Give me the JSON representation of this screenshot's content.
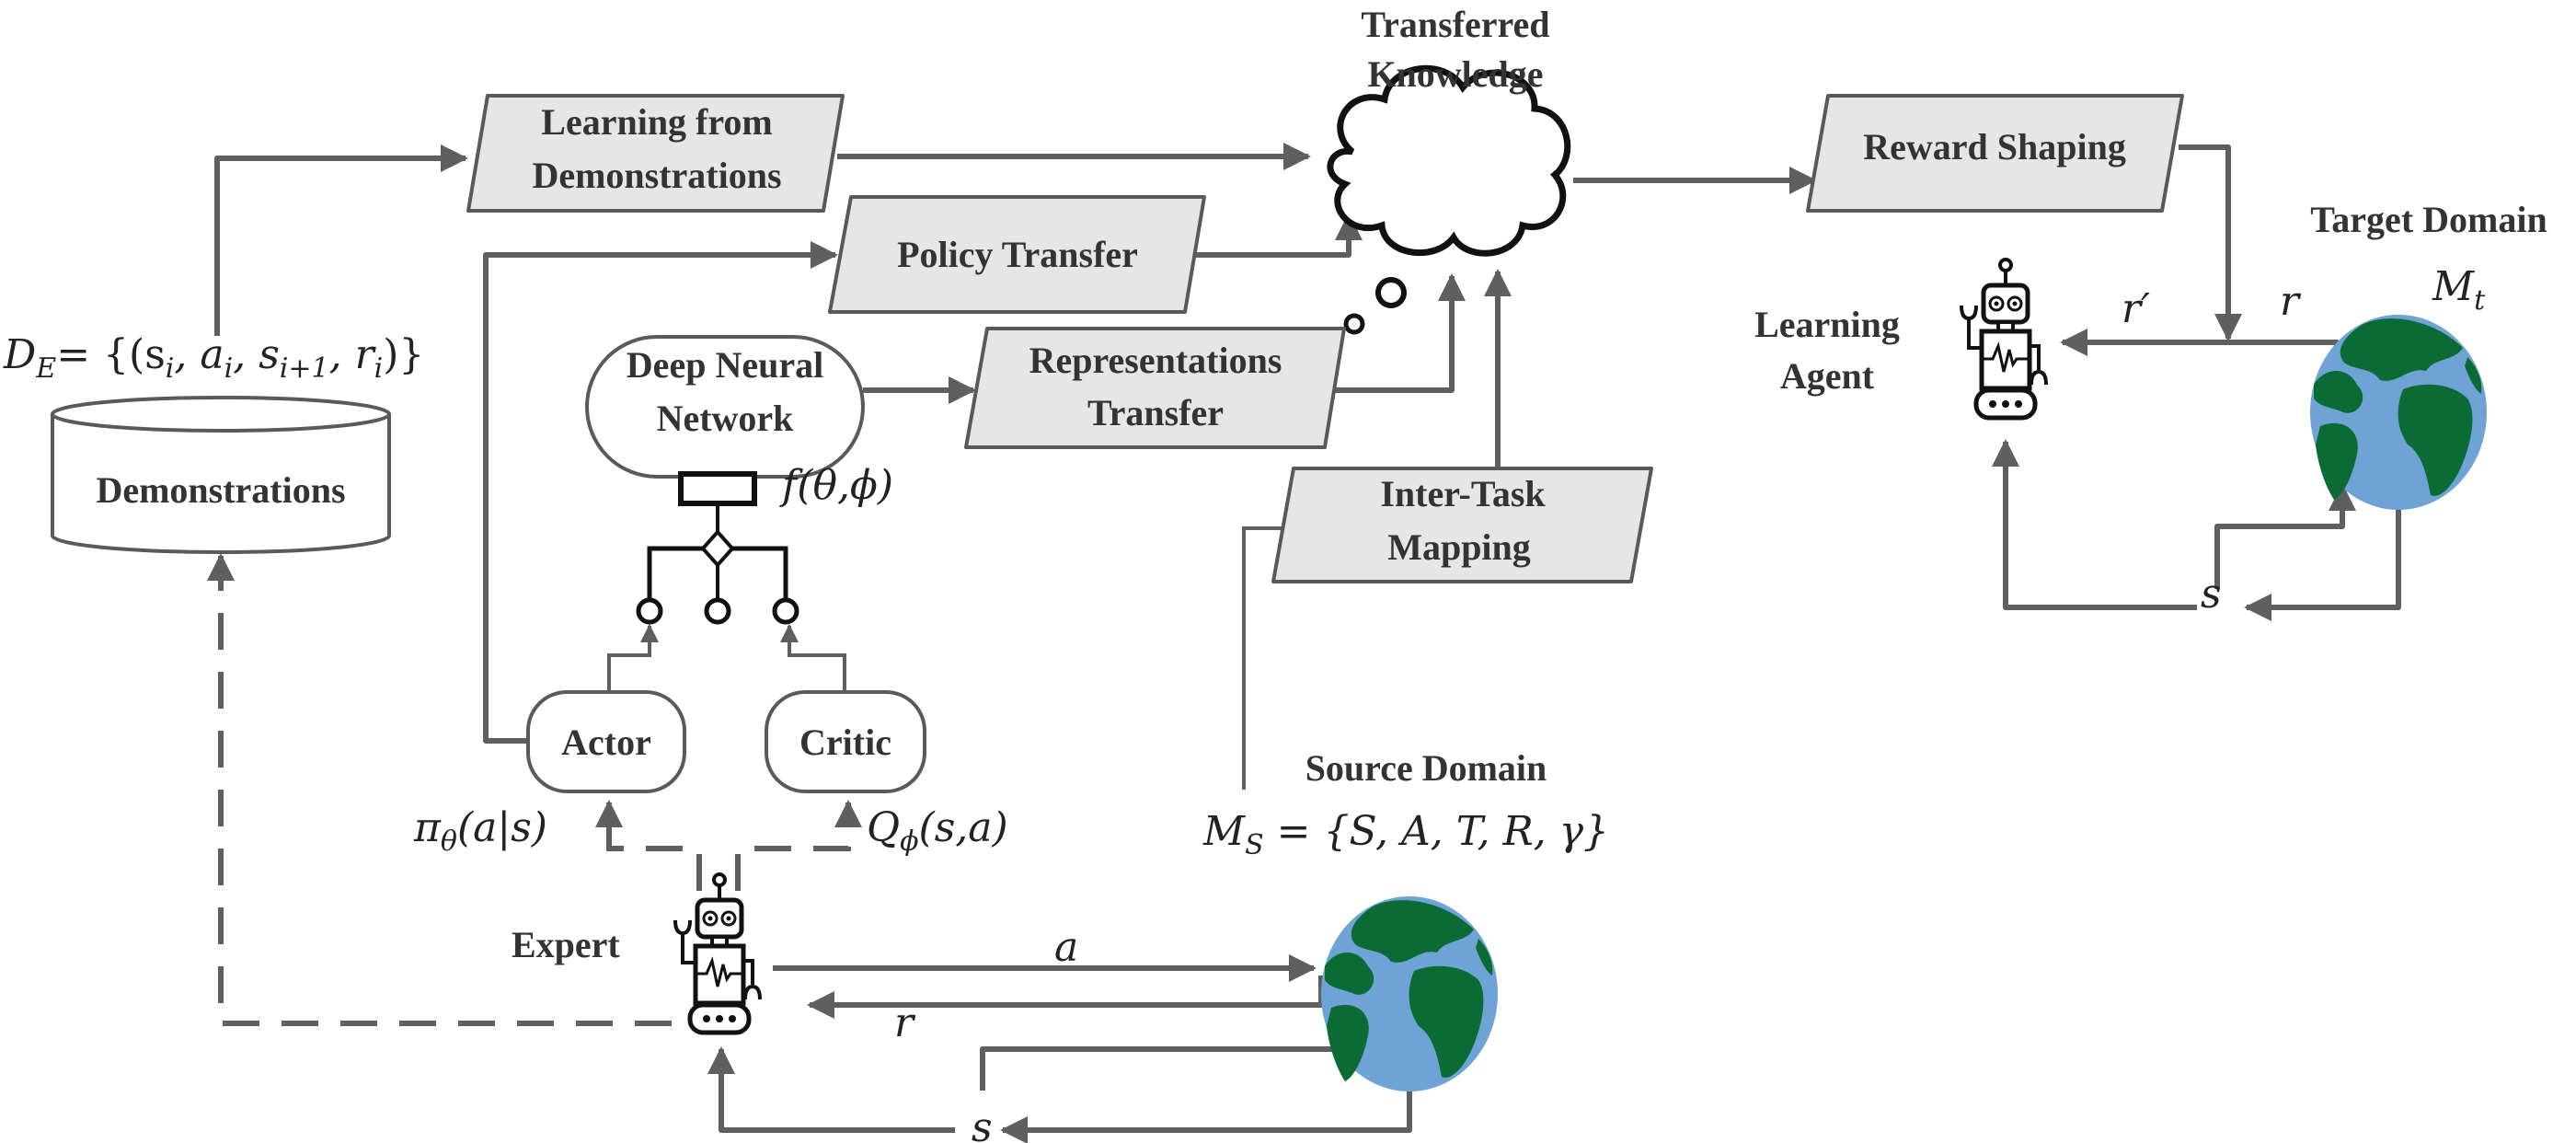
{
  "title": "Transfer learning in reinforcement learning diagram",
  "central": {
    "label_line1": "Transferred",
    "label_line2": "Knowledge"
  },
  "transfer_methods": [
    {
      "id": "lfd",
      "line1": "Learning from",
      "line2": "Demonstrations"
    },
    {
      "id": "policy",
      "line1": "Policy Transfer",
      "line2": ""
    },
    {
      "id": "repr",
      "line1": "Representations",
      "line2": "Transfer"
    },
    {
      "id": "mapping",
      "line1": "Inter-Task",
      "line2": "Mapping"
    },
    {
      "id": "reward",
      "line1": "Reward Shaping",
      "line2": ""
    }
  ],
  "demonstrations": {
    "label": "Demonstrations",
    "formula": "D_E = {(s_i, a_i, s_{i+1}, r_i)}",
    "formula_parts": {
      "lhs": "D",
      "lhs_sub": "E",
      "body": "= {(s",
      "s1": "i",
      "a": ", a",
      "a1": "i",
      "s2": ", s",
      "s2sub": "i+1",
      "r": ", r",
      "rsub": "i",
      "close": ")}"
    }
  },
  "network": {
    "label_line1": "Deep Neural",
    "label_line2": "Network",
    "function": "f(θ,ϕ)"
  },
  "actor": {
    "label": "Actor",
    "policy": "π",
    "policy_sub": "θ",
    "policy_rest": "(a|s)"
  },
  "critic": {
    "label": "Critic",
    "value": "Q",
    "value_sub": "ϕ",
    "value_rest": "(s,a)"
  },
  "expert": {
    "label": "Expert"
  },
  "source": {
    "title": "Source Domain",
    "mdp_lhs": "M",
    "mdp_sub": "S",
    "mdp_rhs": " = {S, A, T, R, γ}",
    "action": "a",
    "reward": "r",
    "state": "s"
  },
  "target": {
    "title": "Target Domain",
    "mdp": "M",
    "mdp_sub": "t",
    "agent_line1": "Learning",
    "agent_line2": "Agent",
    "shaped_reward": "r′",
    "reward": "r",
    "state": "s"
  },
  "colors": {
    "box_fill": "#e6e6e6",
    "line": "#5f5f5f",
    "ocean": "#6fa3d6",
    "land": "#0b6b34"
  }
}
